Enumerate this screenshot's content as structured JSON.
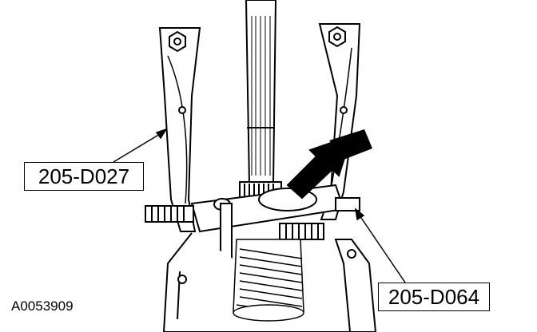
{
  "callouts": [
    {
      "label": "205-D027"
    },
    {
      "label": "205-D064"
    }
  ],
  "figure_id": "A0053909",
  "colors": {
    "line": "#000000",
    "paper": "#ffffff"
  }
}
